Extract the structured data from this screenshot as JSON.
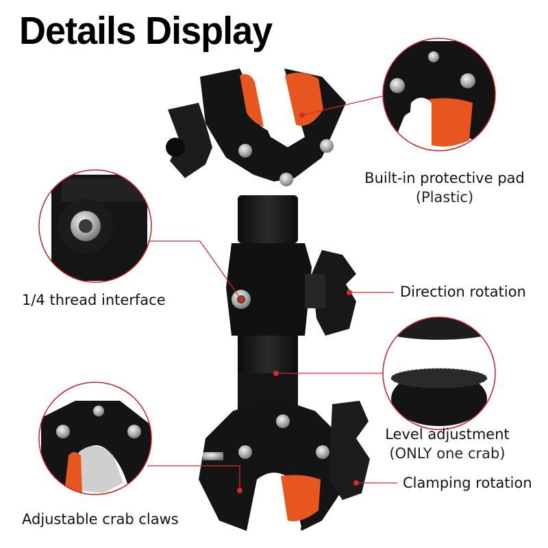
{
  "title": "Details Display",
  "callouts": {
    "protective_pad": {
      "line1": "Built-in protective pad",
      "line2": "(Plastic)"
    },
    "thread_interface": {
      "text": "1/4 thread interface"
    },
    "direction_rotation": {
      "text": "Direction rotation"
    },
    "level_adjustment": {
      "line1": "Level adjustment",
      "line2": "(ONLY one crab)"
    },
    "clamping_rotation": {
      "text": "Clamping rotation"
    },
    "crab_claws": {
      "text": "Adjustable crab claws"
    }
  },
  "colors": {
    "accent": "#e8561f",
    "pointer": "#d42a2a",
    "body": "#1a1a1a",
    "metal": "#b8b8b8"
  }
}
